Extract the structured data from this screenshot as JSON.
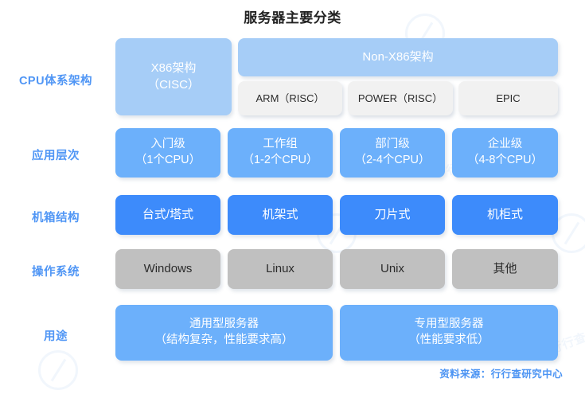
{
  "title": "服务器主要分类",
  "source": "资料来源：行行查研究中心",
  "watermark": "行行查",
  "colors": {
    "label_blue": "#5096f5",
    "light_blue": "#a6cdf7",
    "mid_blue": "#6cb0fb",
    "strong_blue": "#3d8bfb",
    "gray": "#c0c0c0",
    "off_white": "#f1f1f1",
    "title_dark": "#232323"
  },
  "rows": [
    {
      "label": "CPU体系架构",
      "cells": [
        {
          "l1": "X86架构",
          "l2": "（CISC）",
          "style": "light"
        },
        {
          "l1": "Non-X86架构",
          "l2": "",
          "style": "light"
        },
        {
          "l1": "ARM（RISC）",
          "l2": "",
          "style": "white"
        },
        {
          "l1": "POWER（RISC）",
          "l2": "",
          "style": "white"
        },
        {
          "l1": "EPIC",
          "l2": "",
          "style": "white"
        }
      ]
    },
    {
      "label": "应用层次",
      "cells": [
        {
          "l1": "入门级",
          "l2": "（1个CPU）",
          "style": "mid"
        },
        {
          "l1": "工作组",
          "l2": "（1-2个CPU）",
          "style": "mid"
        },
        {
          "l1": "部门级",
          "l2": "（2-4个CPU）",
          "style": "mid"
        },
        {
          "l1": "企业级",
          "l2": "（4-8个CPU）",
          "style": "mid"
        }
      ]
    },
    {
      "label": "机箱结构",
      "cells": [
        {
          "l1": "台式/塔式",
          "l2": "",
          "style": "strong"
        },
        {
          "l1": "机架式",
          "l2": "",
          "style": "strong"
        },
        {
          "l1": "刀片式",
          "l2": "",
          "style": "strong"
        },
        {
          "l1": "机柜式",
          "l2": "",
          "style": "strong"
        }
      ]
    },
    {
      "label": "操作系统",
      "cells": [
        {
          "l1": "Windows",
          "l2": "",
          "style": "gray"
        },
        {
          "l1": "Linux",
          "l2": "",
          "style": "gray"
        },
        {
          "l1": "Unix",
          "l2": "",
          "style": "gray"
        },
        {
          "l1": "其他",
          "l2": "",
          "style": "gray"
        }
      ]
    },
    {
      "label": "用途",
      "cells": [
        {
          "l1": "通用型服务器",
          "l2": "（结构复杂，性能要求高）",
          "style": "mid"
        },
        {
          "l1": "专用型服务器",
          "l2": "（性能要求低）",
          "style": "mid"
        }
      ]
    }
  ]
}
